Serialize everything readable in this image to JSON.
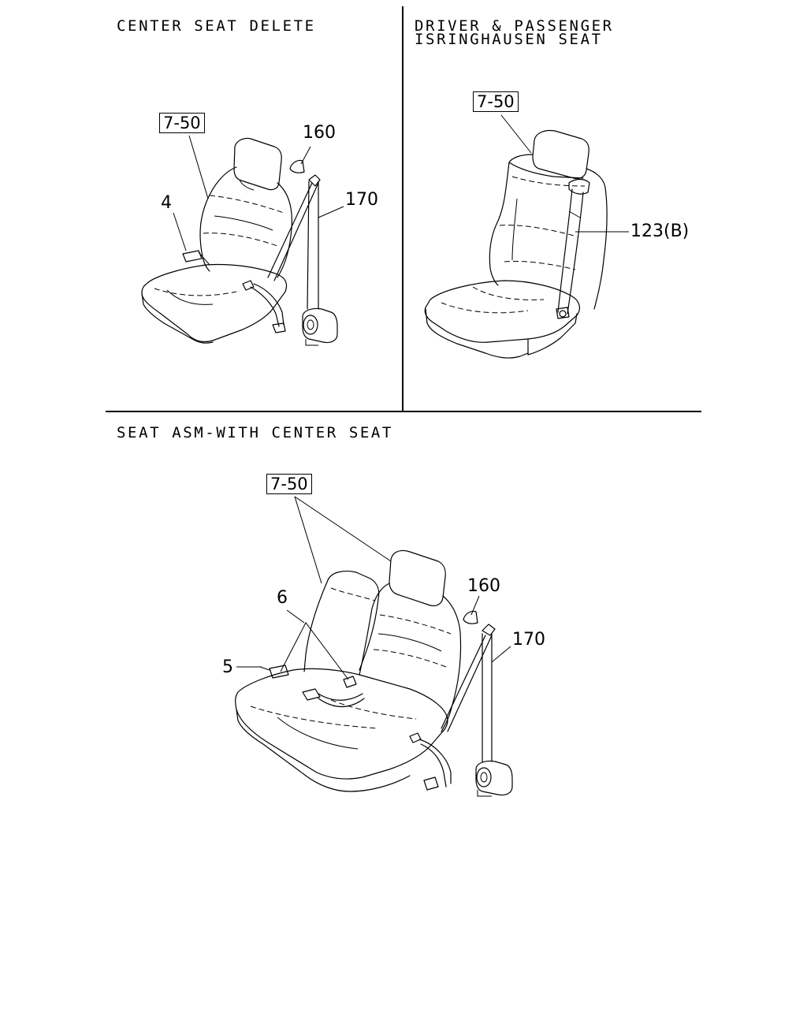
{
  "panels": {
    "top_left": {
      "heading": "CENTER SEAT DELETE",
      "ref_box": "7-50",
      "callouts": {
        "anchor_cover": "160",
        "seat_belt": "170",
        "buckle": "4"
      }
    },
    "top_right": {
      "heading_line1": "DRIVER & PASSENGER",
      "heading_line2": "ISRINGHAUSEN SEAT",
      "ref_box": "7-50",
      "callouts": {
        "seat_belt": "123(B)"
      }
    },
    "bottom": {
      "heading": "SEAT ASM-WITH CENTER SEAT",
      "ref_box": "7-50",
      "callouts": {
        "anchor_cover": "160",
        "seat_belt": "170",
        "center_belt": "6",
        "buckle": "5"
      }
    }
  }
}
